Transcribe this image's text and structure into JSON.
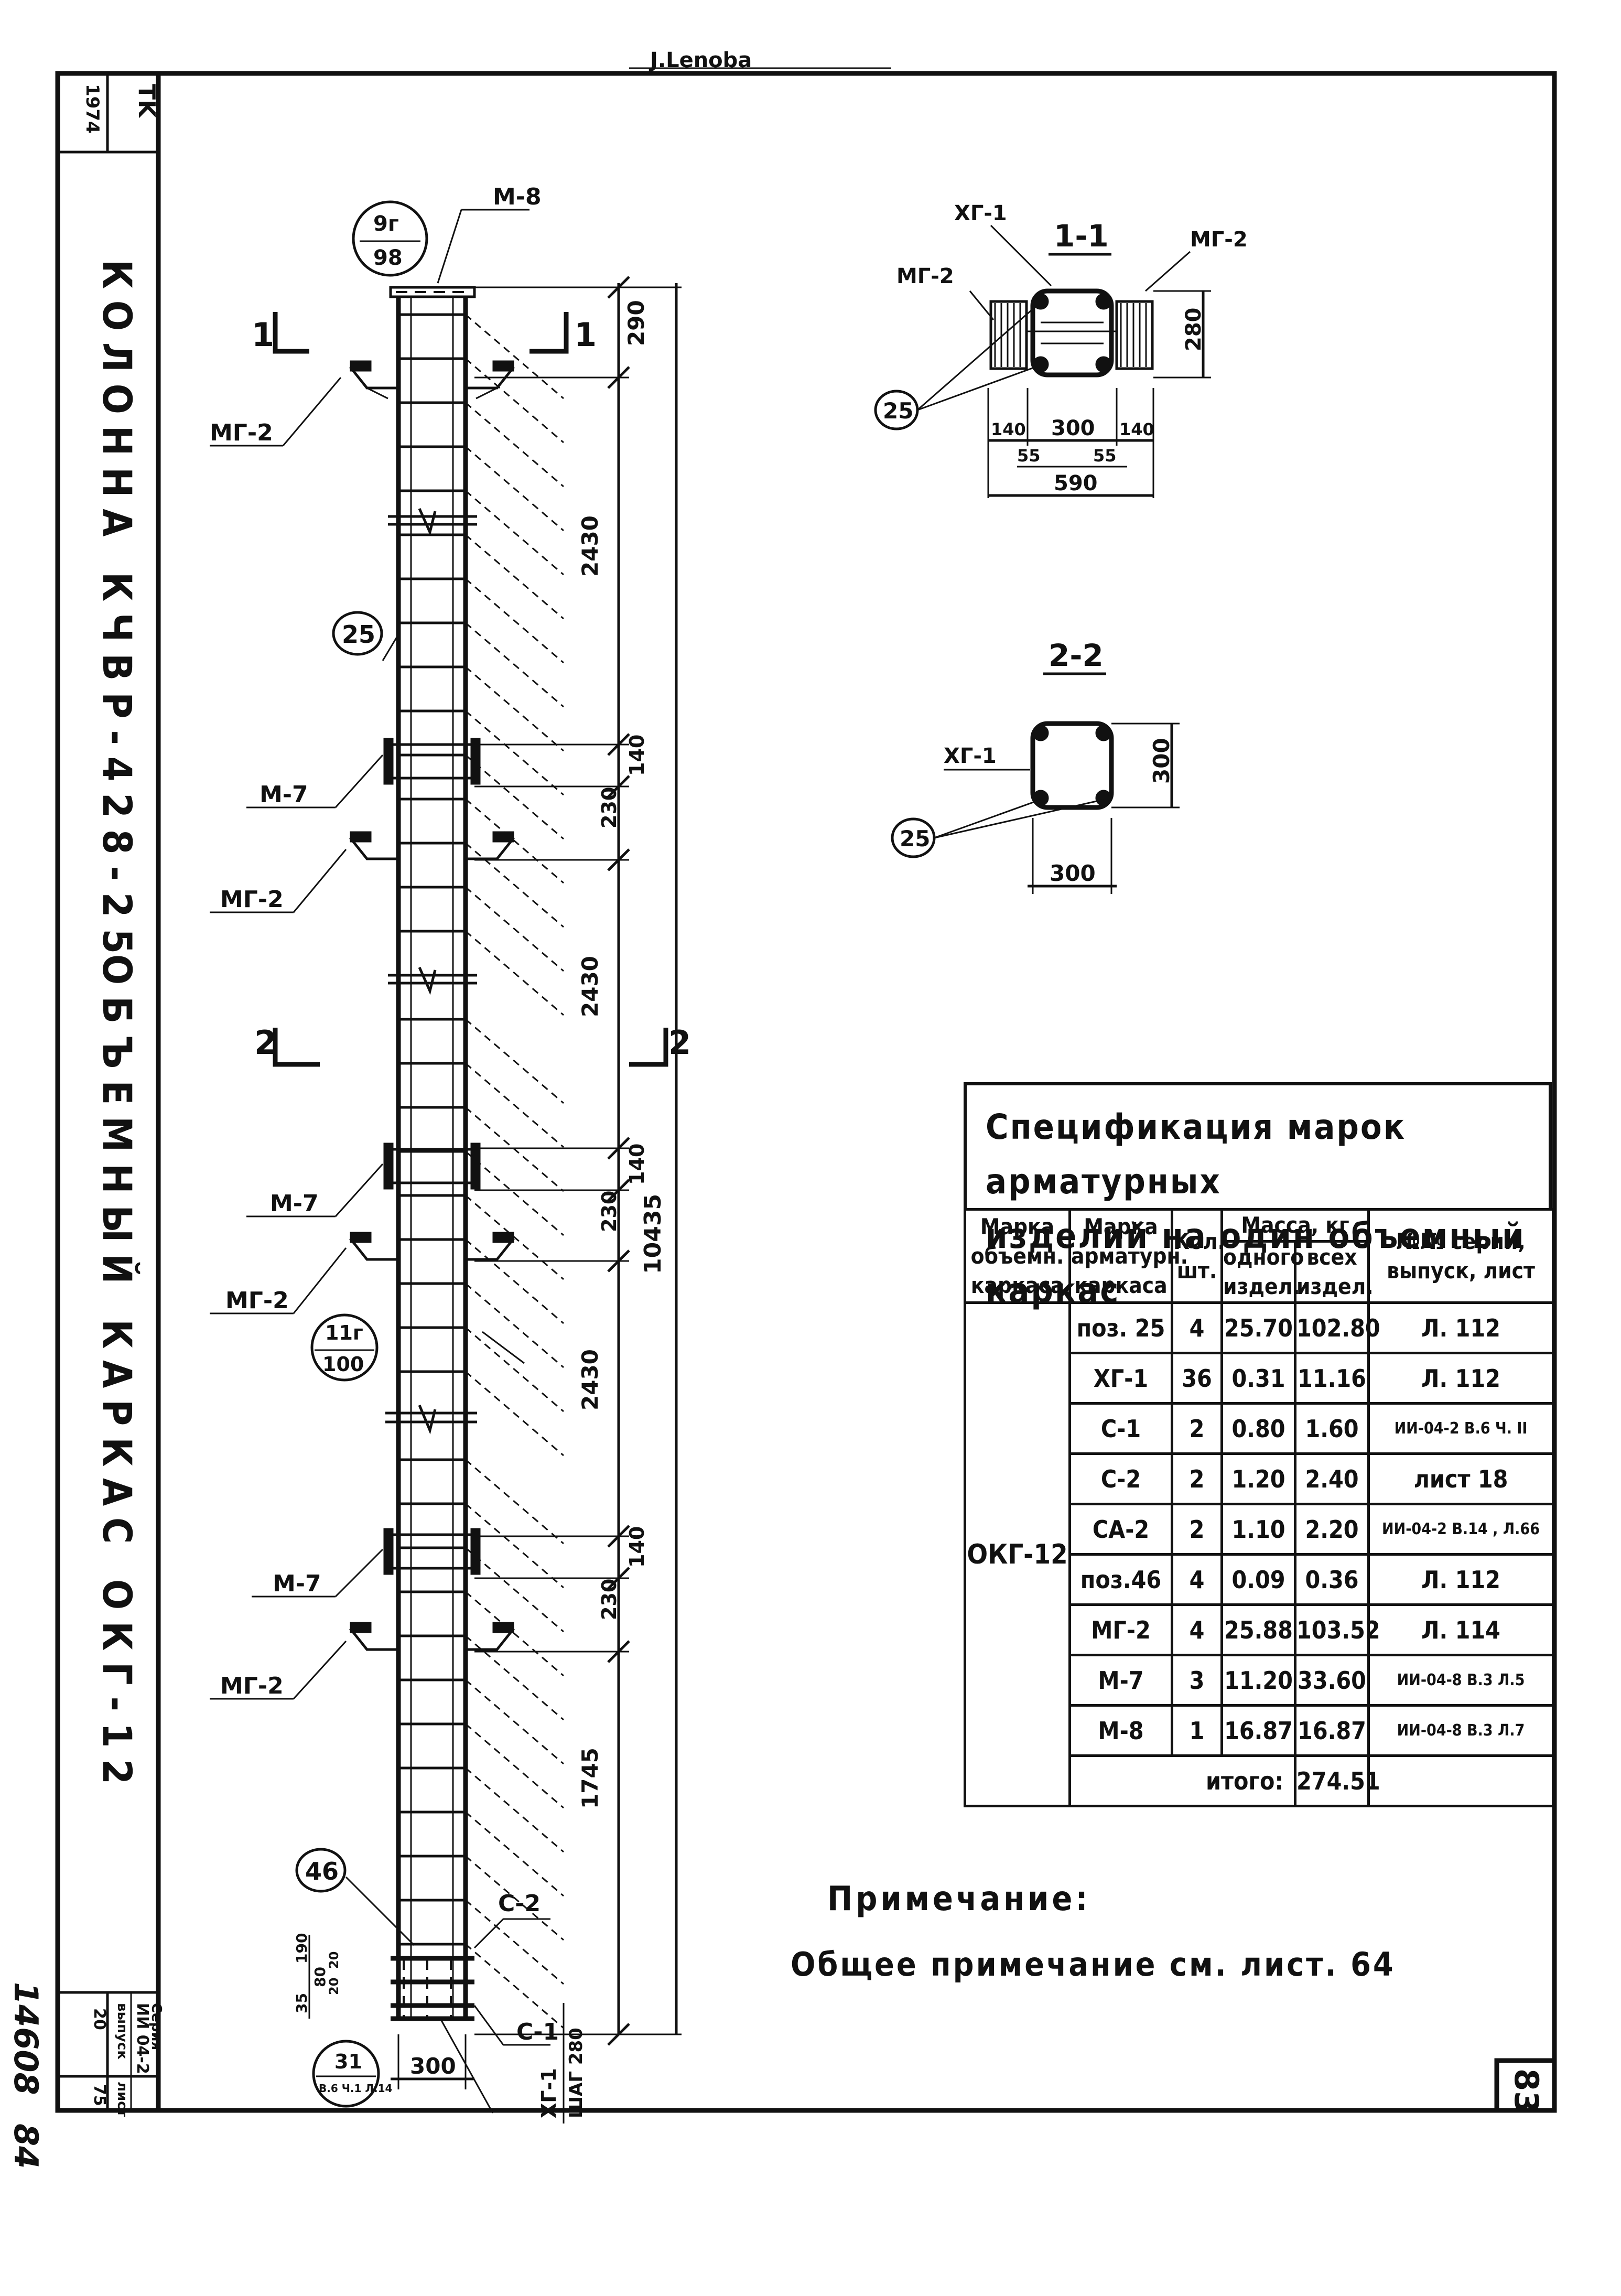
{
  "top_scribble": "J.Lenoba",
  "corner_code_1": "TK",
  "corner_code_2": "1974",
  "sheet_title": {
    "column": "КОЛОННА  КЧВР-428-25",
    "cage": "ОБЪЕМНЫЙ   КАРКАС  ОКГ-12"
  },
  "labels": {
    "m8": "М-8",
    "mg2": "МГ-2",
    "m7": "М-7",
    "pos25": "25",
    "pos46": "46",
    "c1": "С-1",
    "c2": "С-2",
    "xg1": "ХГ-1",
    "step": "ШАГ 280",
    "section_11": "1",
    "section_22": "2",
    "ref_top_num": "9г",
    "ref_top_den": "98",
    "ref_mid_num": "11г",
    "ref_mid_den": "100",
    "ref_bot_num": "31",
    "ref_bot_den": "В.6 Ч.1 Л.14"
  },
  "dimensions": {
    "d290": "290",
    "d2430a": "2430",
    "d140a": "140",
    "d230a": "230",
    "d2430b": "2430",
    "d140b": "140",
    "d230b": "230",
    "d2430c": "2430",
    "d140c": "140",
    "d230c": "230",
    "d1745": "1745",
    "d10435": "10435",
    "d300": "300",
    "d190": "190",
    "d80": "80",
    "d35": "35",
    "d20a": "20",
    "d20b": "20"
  },
  "section_1_1": {
    "title": "1-1",
    "xg1": "ХГ-1",
    "mg2_left": "МГ-2",
    "mg2_right": "МГ-2",
    "pos": "25",
    "h280": "280",
    "w140a": "140",
    "w300": "300",
    "w140b": "140",
    "w55a": "55",
    "w55b": "55",
    "w590": "590"
  },
  "section_2_2": {
    "title": "2-2",
    "xg1": "ХГ-1",
    "pos": "25",
    "h300": "300",
    "w300": "300"
  },
  "spec_table": {
    "title_line1": "Спецификация марок арматурных",
    "title_line2": "изделий на один объемный  каркас",
    "headers": {
      "col1": "Марка объемн. каркаса",
      "col2": "Марка арматурн. каркаса",
      "col3": "Кол. шт.",
      "mass": "Масса, кг",
      "mass_one": "одного издел.",
      "mass_all": "всех издел.",
      "col6": "№№ серии, выпуск, лист"
    },
    "group_mark": "ОКГ-12",
    "rows": [
      {
        "mark": "поз. 25",
        "qty": "4",
        "one": "25.70",
        "all": "102.80",
        "ref": "Л. 112"
      },
      {
        "mark": "ХГ-1",
        "qty": "36",
        "one": "0.31",
        "all": "11.16",
        "ref": "Л. 112"
      },
      {
        "mark": "С-1",
        "qty": "2",
        "one": "0.80",
        "all": "1.60",
        "ref": "ИИ-04-2 В.6 Ч. II"
      },
      {
        "mark": "С-2",
        "qty": "2",
        "one": "1.20",
        "all": "2.40",
        "ref": "лист 18"
      },
      {
        "mark": "СА-2",
        "qty": "2",
        "one": "1.10",
        "all": "2.20",
        "ref": "ИИ-04-2 В.14 , Л.66"
      },
      {
        "mark": "поз.46",
        "qty": "4",
        "one": "0.09",
        "all": "0.36",
        "ref": "Л. 112"
      },
      {
        "mark": "МГ-2",
        "qty": "4",
        "one": "25.88",
        "all": "103.52",
        "ref": "Л. 114"
      },
      {
        "mark": "М-7",
        "qty": "3",
        "one": "11.20",
        "all": "33.60",
        "ref": "ИИ-04-8 В.3 Л.5"
      },
      {
        "mark": "М-8",
        "qty": "1",
        "one": "16.87",
        "all": "16.87",
        "ref": "ИИ-04-8 В.3 Л.7"
      }
    ],
    "total_label": "итого:",
    "total_value": "274.51"
  },
  "note_heading": "Примечание:",
  "note_text": "Общее примечание см. лист. 64",
  "stamp": {
    "series_label": "Серия",
    "series": "ИИ 04-2",
    "issue_label": "выпуск",
    "issue": "20",
    "sheet_label": "лист",
    "sheet": "75"
  },
  "inventory_number": "14608",
  "handwritten_page": "84",
  "page_number": "83"
}
